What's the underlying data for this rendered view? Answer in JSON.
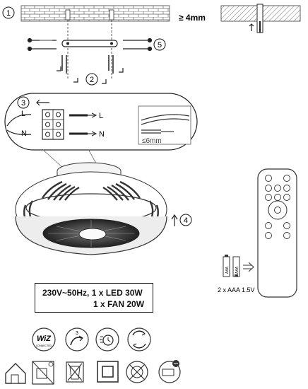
{
  "steps": {
    "step1": "1",
    "step2": "2",
    "step3": "3",
    "step4": "4",
    "step5": "5"
  },
  "ceiling_thickness": "≥ 4mm",
  "wiring": {
    "live_label": "L",
    "neutral_label": "N",
    "live_wire_label": "L",
    "neutral_wire_label": "N",
    "strip_length": "≤6mm"
  },
  "remote": {
    "battery_caption": "2 x AAA 1.5V",
    "battery_label_1": "AAA",
    "battery_label_2": "AAA"
  },
  "specs": {
    "line1": "230V~50Hz, 1 x LED 30W",
    "line2": "1 x FAN 20W"
  },
  "badges": {
    "wiz_logo": "WiZ",
    "wiz_sub": "CONNECTED",
    "speed_number": "3"
  },
  "icons": [
    "indoor-use-icon",
    "no-dimmer-icon",
    "no-disposal-icon",
    "class-ii-icon",
    "no-halogen-icon",
    "replaceable-light-source-icon"
  ]
}
